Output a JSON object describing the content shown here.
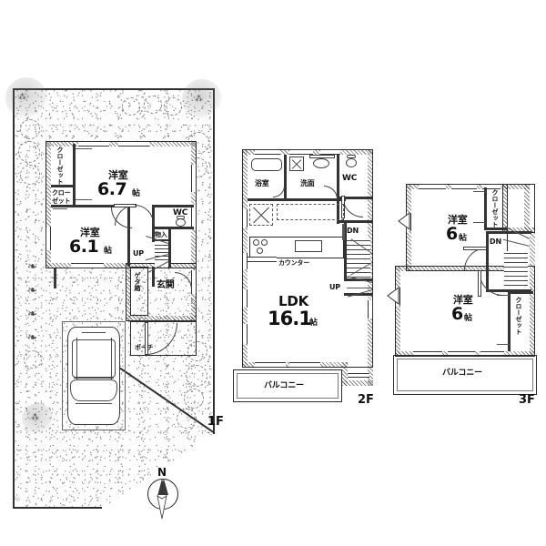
{
  "document": {
    "kind": "real-estate-floor-plan",
    "compass": {
      "label": "N"
    }
  },
  "floors": [
    {
      "id": "1f",
      "caption": "1F",
      "rooms": [
        {
          "name": "洋室",
          "size": "6.7",
          "unit": "帖"
        },
        {
          "name": "洋室",
          "size": "6.1",
          "unit": "帖"
        }
      ],
      "labels": {
        "closet_upper": "クローゼット",
        "closet_lower_line1": "クロー",
        "closet_lower_line2": "ゼット",
        "wc": "WC",
        "storage": "物入",
        "stair_up": "UP",
        "entrance": "玄関",
        "shoe_box": "ゲタ箱",
        "porch": "ポーチ"
      },
      "site": {
        "has_parking": true,
        "parking_vehicle": "car",
        "planting": "trees-and-shrubs"
      }
    },
    {
      "id": "2f",
      "caption": "2F",
      "rooms": [
        {
          "name": "LDK",
          "size": "16.1",
          "unit": "帖"
        }
      ],
      "labels": {
        "bath": "浴室",
        "washroom": "洗面",
        "wc": "WC",
        "stair_down": "DN",
        "stair_up": "UP",
        "counter": "カウンター",
        "balcony": "バルコニー"
      }
    },
    {
      "id": "3f",
      "caption": "3F",
      "rooms": [
        {
          "name": "洋室",
          "size": "6",
          "unit": "帖"
        },
        {
          "name": "洋室",
          "size": "6",
          "unit": "帖"
        }
      ],
      "labels": {
        "closet_top": "クローゼット",
        "closet_bottom": "クローゼット",
        "stair_down": "DN",
        "balcony": "バルコニー"
      }
    }
  ],
  "colors": {
    "ink": "#1a1a1a",
    "wall": "#2b2b2b",
    "paper": "#ffffff",
    "site_fill": "#fbfbfb",
    "hatch": "#444444"
  }
}
